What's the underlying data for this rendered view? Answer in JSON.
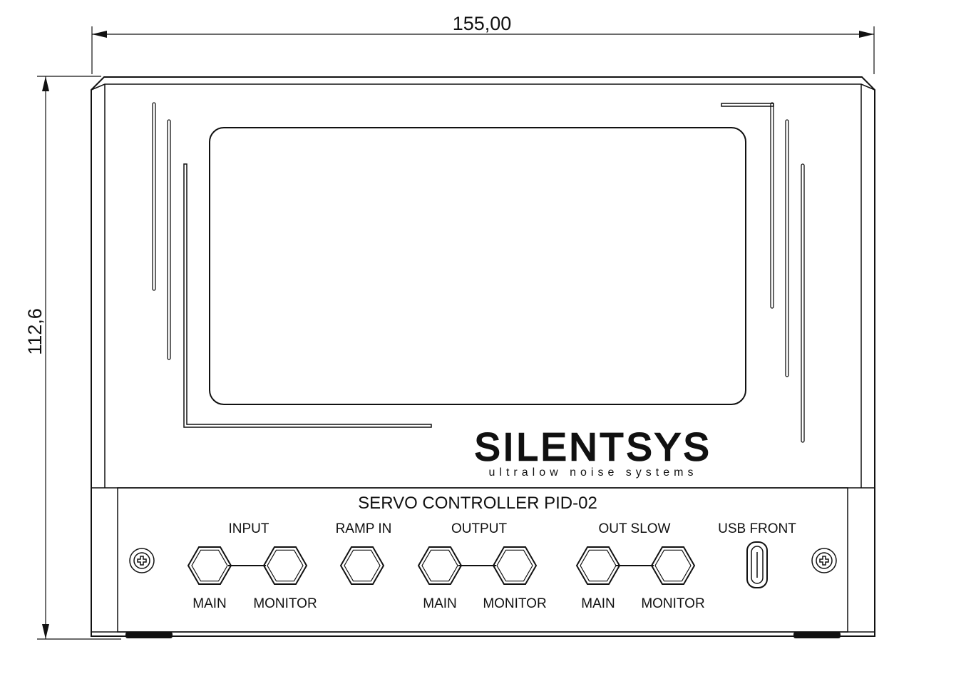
{
  "dimensions": {
    "width": "155,00",
    "height": "112,6"
  },
  "brand": {
    "name": "SILENTSYS",
    "tagline": "ultralow noise systems"
  },
  "panel": {
    "title": "SERVO CONTROLLER  PID-02",
    "groups": {
      "input": "INPUT",
      "ramp_in": "RAMP IN",
      "output": "OUTPUT",
      "out_slow": "OUT SLOW",
      "usb_front": "USB FRONT"
    },
    "connector_labels": {
      "input_main": "MAIN",
      "input_monitor": "MONITOR",
      "output_main": "MAIN",
      "output_monitor": "MONITOR",
      "out_slow_main": "MAIN",
      "out_slow_monitor": "MONITOR"
    }
  }
}
